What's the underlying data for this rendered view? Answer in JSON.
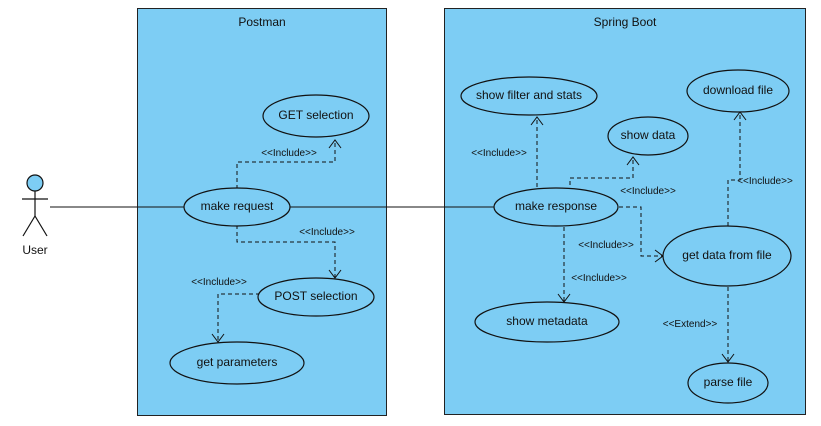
{
  "actor": {
    "label": "User"
  },
  "systems": {
    "postman": {
      "title": "Postman"
    },
    "spring": {
      "title": "Spring Boot"
    }
  },
  "use_cases": {
    "get_selection": "GET selection",
    "make_request": "make request",
    "post_selection": "POST selection",
    "get_parameters": "get parameters",
    "show_filter_stats": "show filter and stats",
    "show_data": "show data",
    "make_response": "make response",
    "show_metadata": "show metadata",
    "download_file": "download file",
    "get_data_from_file": "get data from file",
    "parse_file": "parse file"
  },
  "relations": {
    "include": "<<Include>>",
    "extend": "<<Extend>>"
  },
  "colors": {
    "fill": "#7dcdf4",
    "stroke": "#111111"
  }
}
